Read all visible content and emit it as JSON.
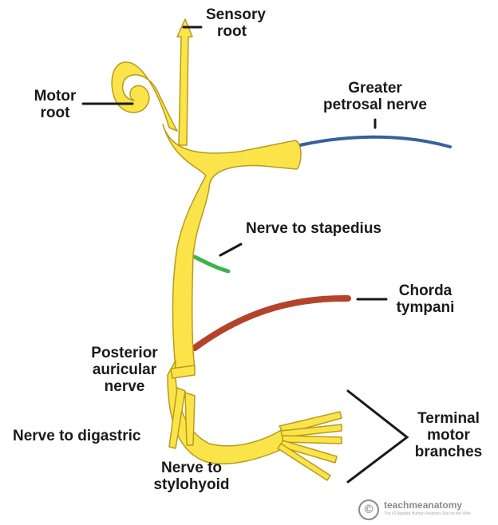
{
  "labels": {
    "sensory_root": [
      "Sensory",
      "root"
    ],
    "motor_root": [
      "Motor",
      "root"
    ],
    "greater_petrosal": [
      "Greater",
      "petrosal nerve"
    ],
    "nerve_to_stapedius": "Nerve to stapedius",
    "chorda_tympani": [
      "Chorda",
      "tympani"
    ],
    "posterior_auricular": [
      "Posterior",
      "auricular",
      "nerve"
    ],
    "nerve_to_digastric": "Nerve to digastric",
    "nerve_to_stylohyoid": [
      "Nerve to",
      "stylohyoid"
    ],
    "terminal_motor_branches": [
      "Terminal",
      "motor",
      "branches"
    ]
  },
  "credit": {
    "symbol": "©",
    "brand": "teachmeanatomy",
    "tagline": "The #1 Applied Human Anatomy Site on the Web"
  },
  "colors": {
    "nerve_fill": "#fbe44a",
    "nerve_outline": "#b89b1a",
    "greater_petrosal": "#3a5f9a",
    "stapedius": "#3cb44a",
    "chorda_tympani": "#b5432c",
    "leader": "#1a1a1a"
  }
}
